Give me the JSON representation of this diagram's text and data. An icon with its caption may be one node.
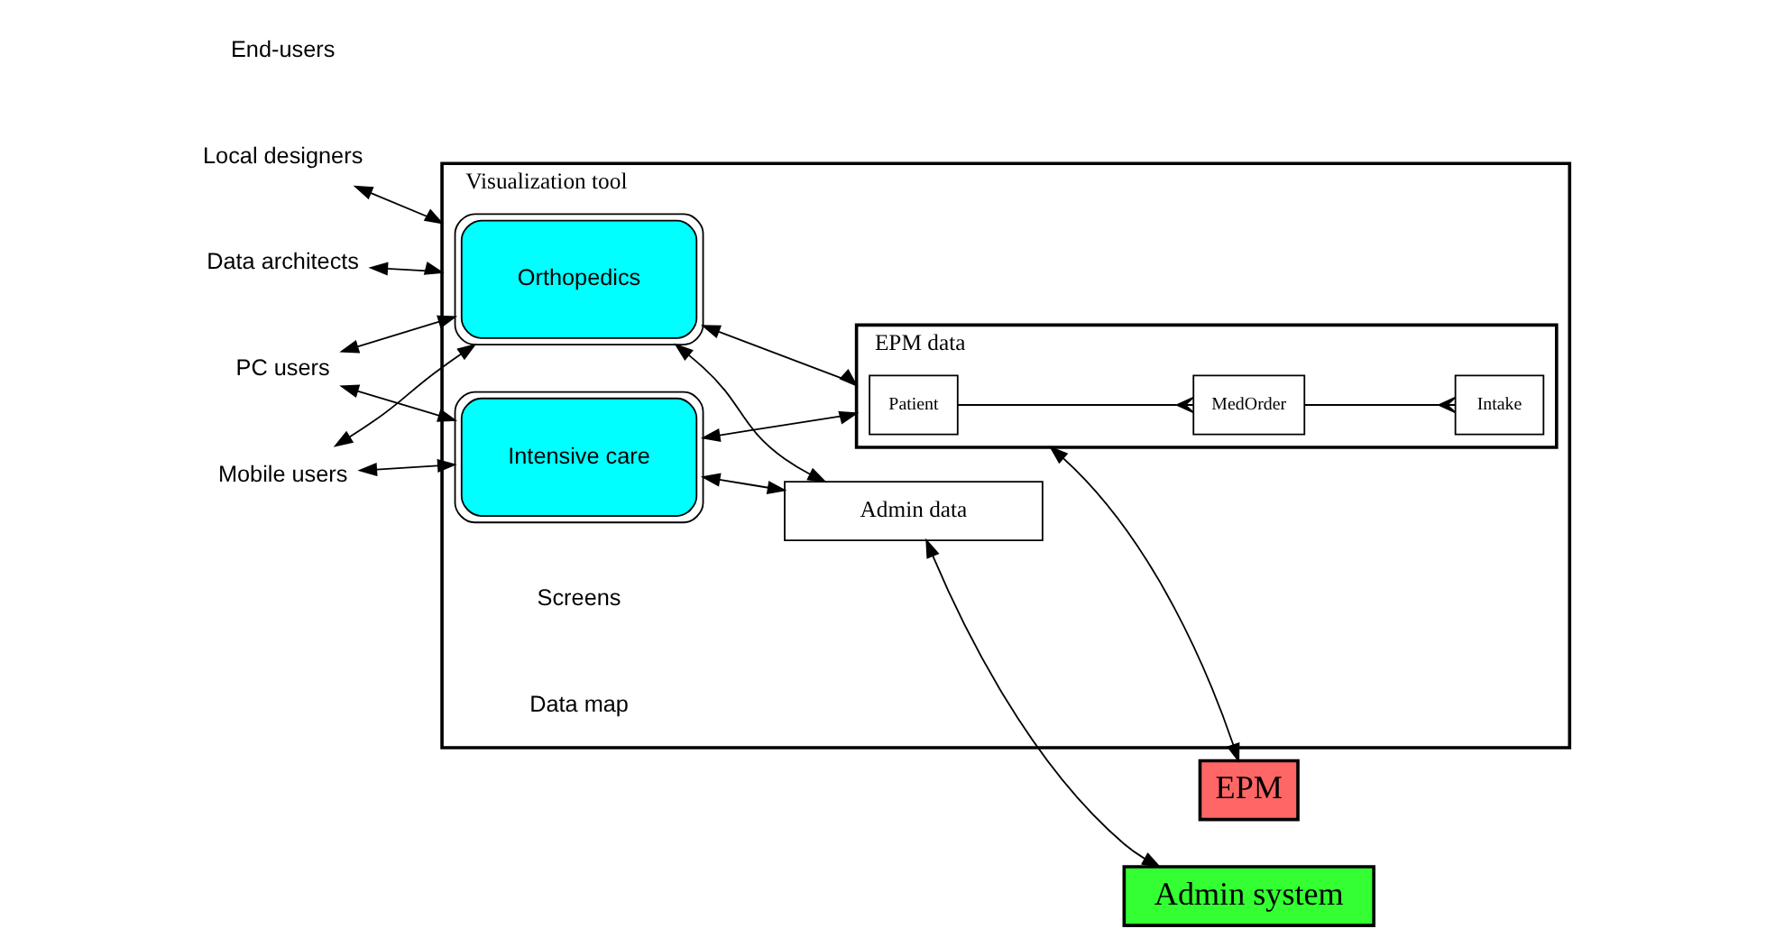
{
  "diagram": {
    "nodes": [
      {
        "text": [
          "Local designers"
        ]
      },
      {
        "text": [
          "Data architects"
        ]
      },
      {
        "text": [
          "PC users"
        ]
      },
      {
        "text": [
          "Mobile users"
        ]
      },
      {
        "text": [
          "Visualization tool"
        ]
      },
      {
        "text": [
          "Orthopedics"
        ],
        "in": 4
      },
      {
        "text": [
          "Intensive care"
        ],
        "in": 4
      },
      {
        "text": [
          "Admin data"
        ],
        "in": 4
      },
      {
        "text": [
          "EPM data"
        ],
        "in": 4
      },
      {
        "text": [
          "Patient"
        ],
        "in": 8
      },
      {
        "text": [
          "MedOrder"
        ],
        "in": 8
      },
      {
        "text": [
          "Intake"
        ],
        "in": 8
      },
      {
        "text": [
          "Admin system"
        ]
      },
      {
        "text": [
          "EPM"
        ]
      }
    ],
    "edges": [
      {
        "from": 0,
        "to": 4,
        "arrow": "both"
      },
      {
        "from": 1,
        "to": 4,
        "arrow": "both"
      },
      {
        "from": 2,
        "to": 5,
        "arrow": "both"
      },
      {
        "from": 2,
        "to": 6,
        "arrow": "both"
      },
      {
        "from": 3,
        "to": 5,
        "arrow": "both"
      },
      {
        "from": 3,
        "to": 6,
        "arrow": "both"
      },
      {
        "from": 5,
        "to": 7,
        "arrow": "both"
      },
      {
        "from": 5,
        "to": 8,
        "arrow": "both"
      },
      {
        "from": 6,
        "to": 7,
        "arrow": "both"
      },
      {
        "from": 6,
        "to": 8,
        "arrow": "both"
      },
      {
        "from": 9,
        "to": 10,
        "arrow": "other"
      },
      {
        "from": 10,
        "to": 11,
        "arrow": "other"
      },
      {
        "from": 7,
        "to": 12,
        "arrow": "both"
      },
      {
        "from": 8,
        "to": 13,
        "arrow": "both"
      }
    ],
    "labels": [
      "End-users",
      "Screens",
      "Data map"
    ]
  }
}
